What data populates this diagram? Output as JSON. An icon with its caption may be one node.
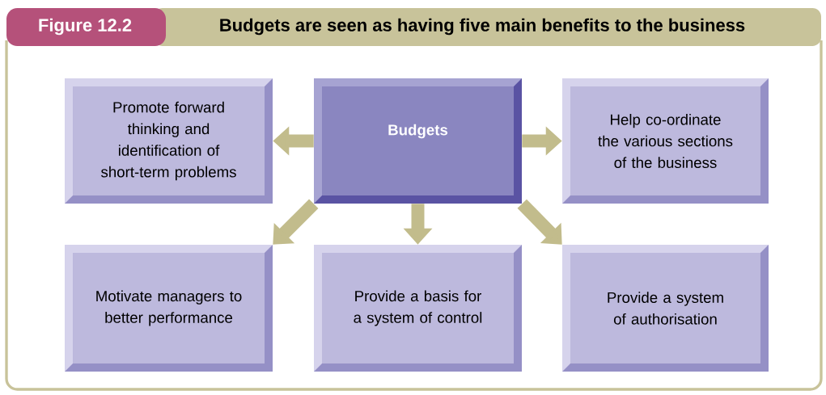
{
  "diagram": {
    "title": "Budgets are seen as having five main benefits to the business",
    "nodes": [
      {
        "text": [
          "Promote forward thinking and identification of short-term problems"
        ]
      },
      {
        "text": [
          "Budgets"
        ]
      },
      {
        "text": [
          "Help co-ordinate the various sections of the business"
        ]
      },
      {
        "text": [
          "Motivate managers to better performance"
        ]
      },
      {
        "text": [
          "Provide a basis for a system of control"
        ]
      },
      {
        "text": [
          "Provide a system of authorisation"
        ]
      }
    ],
    "edges": [
      {
        "from": 1,
        "to": 0,
        "arrow": "to"
      },
      {
        "from": 1,
        "to": 2,
        "arrow": "to"
      },
      {
        "from": 1,
        "to": 3,
        "arrow": "to"
      },
      {
        "from": 1,
        "to": 4,
        "arrow": "to"
      },
      {
        "from": 1,
        "to": 5,
        "arrow": "to"
      }
    ],
    "labels": [
      "Figure 12.2"
    ]
  }
}
